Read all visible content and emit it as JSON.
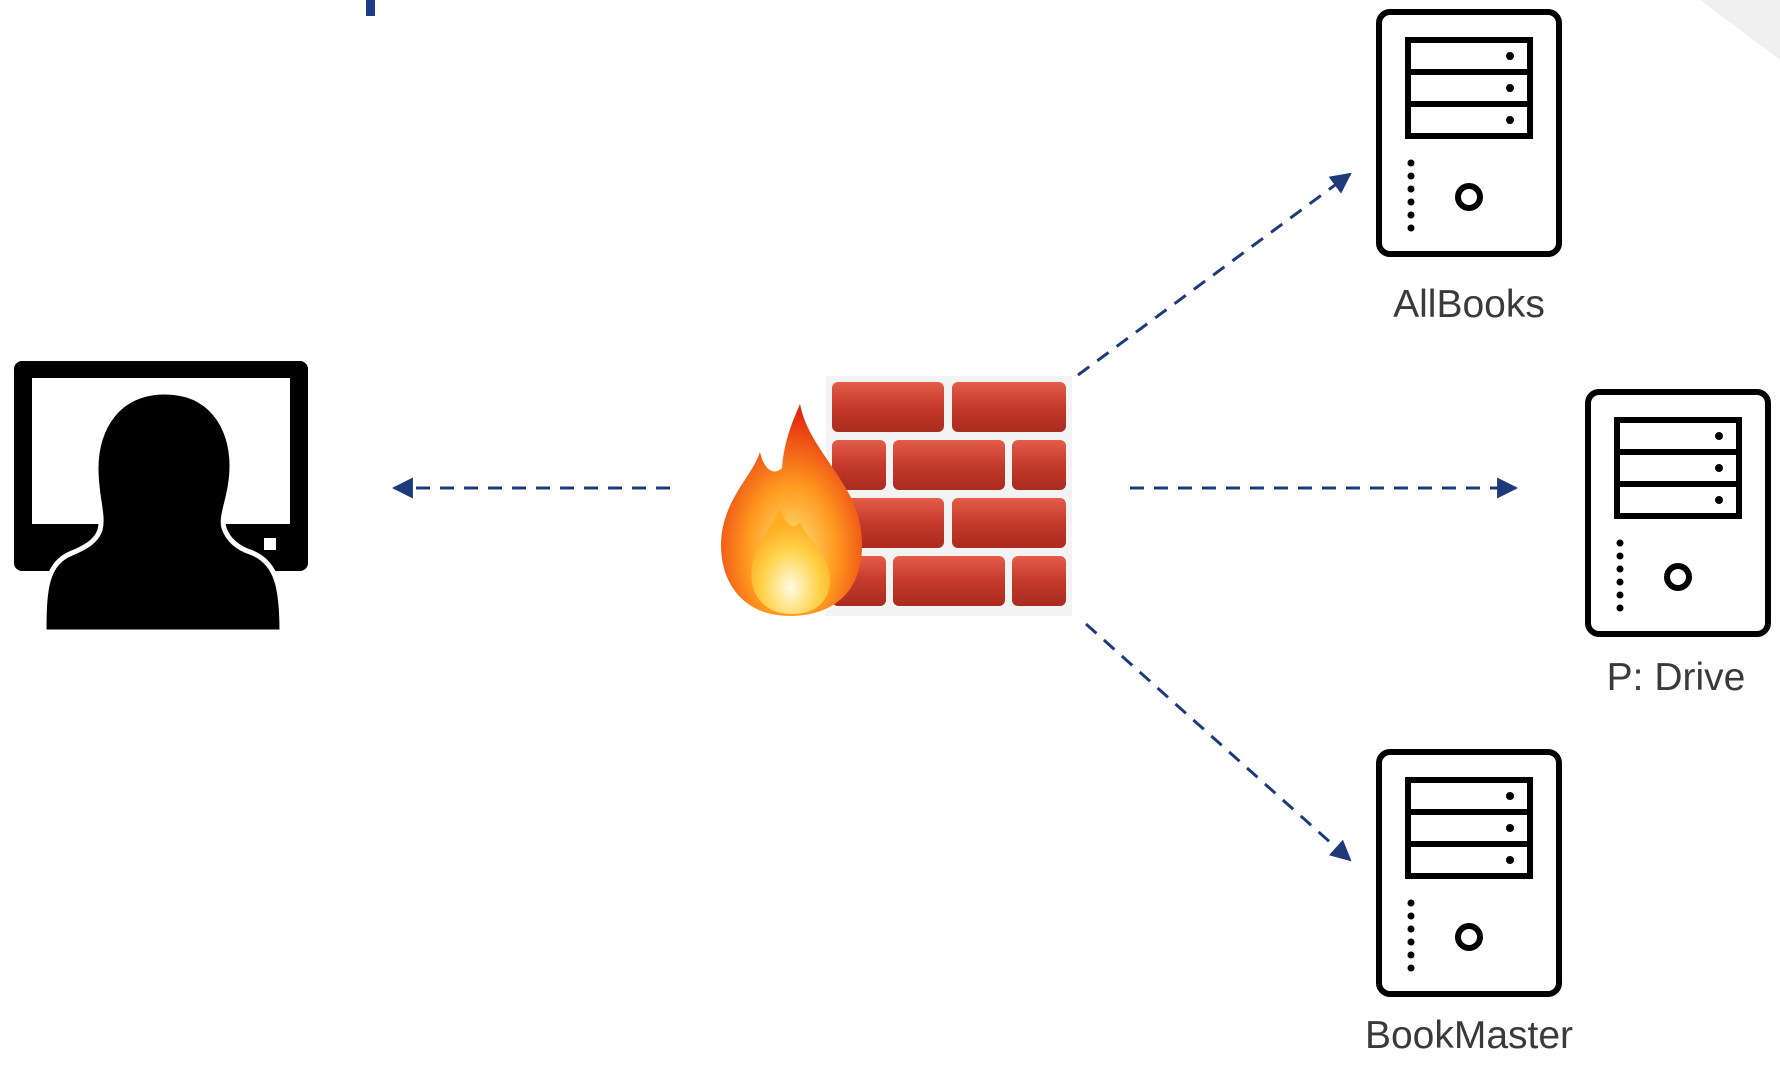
{
  "nodes": {
    "user": {
      "name": "user-workstation-icon"
    },
    "firewall": {
      "name": "firewall-icon"
    },
    "servers": [
      {
        "label": "AllBooks"
      },
      {
        "label": "P: Drive"
      },
      {
        "label": "BookMaster"
      }
    ]
  },
  "colors": {
    "arrow": "#1f3a7a",
    "title_accent": "#1f3a8a",
    "brick": "#c0392b",
    "brick_light": "#e05a45",
    "mortar": "#f3f3f3",
    "server_stroke": "#000000",
    "label_text": "#3a3a3a",
    "corner_shade": "#f0f0f0"
  }
}
